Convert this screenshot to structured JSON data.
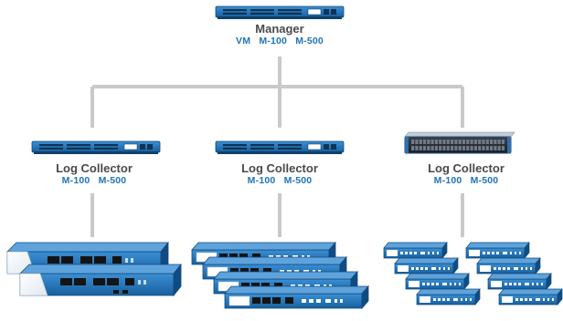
{
  "colors": {
    "connector": "#c9c9c9",
    "device_blue": "#1d72b8",
    "device_dark": "#155a93",
    "title_text": "#4a4a4a",
    "model_text": "#1f73b7"
  },
  "manager": {
    "title": "Manager",
    "models": [
      "VM",
      "M-100",
      "M-500"
    ]
  },
  "log_collectors": [
    {
      "title": "Log Collector",
      "models": [
        "M-100",
        "M-500"
      ]
    },
    {
      "title": "Log Collector",
      "models": [
        "M-100",
        "M-500"
      ]
    },
    {
      "title": "Log Collector",
      "models": [
        "M-100",
        "M-500"
      ]
    }
  ]
}
